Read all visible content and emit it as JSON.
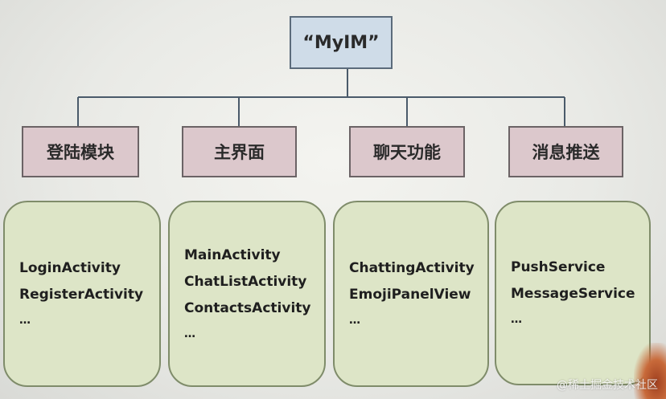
{
  "root": {
    "label": "“MyIM”"
  },
  "modules": [
    {
      "title": "登陆模块",
      "items": [
        "LoginActivity",
        "RegisterActivity"
      ],
      "ellipsis": "…"
    },
    {
      "title": "主界面",
      "items": [
        "MainActivity",
        "ChatListActivity",
        "ContactsActivity"
      ],
      "ellipsis": "…"
    },
    {
      "title": "聊天功能",
      "items": [
        "ChattingActivity",
        "EmojiPanelView"
      ],
      "ellipsis": "…"
    },
    {
      "title": "消息推送",
      "items": [
        "PushService",
        "MessageService"
      ],
      "ellipsis": "…"
    }
  ],
  "watermark": "@稀土掘金技术社区",
  "colors": {
    "root_fill": "#cfdce8",
    "module_fill": "#dcc8cc",
    "card_fill": "#dde5c7",
    "connector": "#4a5a6a"
  }
}
